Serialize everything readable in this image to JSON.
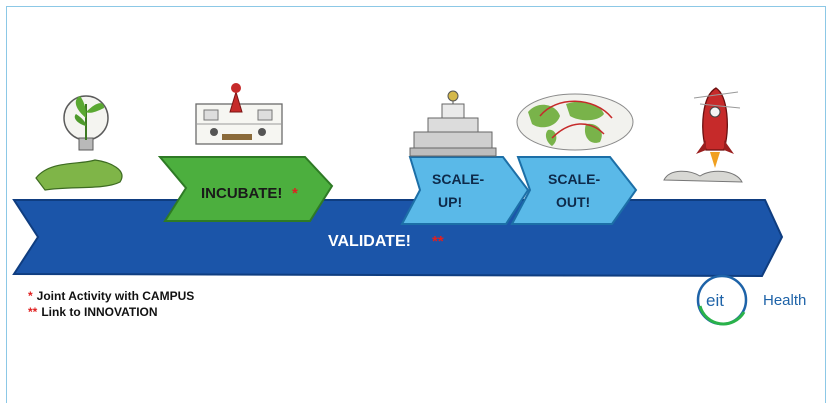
{
  "stages": {
    "incubate": "INCUBATE!",
    "incubate_mark": "*",
    "scale_up": [
      "SCALE-",
      "UP!"
    ],
    "scale_out": [
      "SCALE-",
      "OUT!"
    ],
    "validate": "VALIDATE!",
    "validate_mark": "**"
  },
  "legend": {
    "item1_mark": "*",
    "item1_text": "Joint Activity with CAMPUS",
    "item2_mark": "**",
    "item2_text": "Link to INNOVATION"
  },
  "logo": {
    "mark": "eit",
    "name": "Health"
  },
  "colors": {
    "validate_blue": "#1b55a9",
    "incubate_green": "#4caf3e",
    "scale_light_blue": "#5ab9e8",
    "star_red": "#e02020",
    "frame_border": "#8cc8e6"
  },
  "icons": [
    "lightbulb-plant-icon",
    "incubation-workshop-icon",
    "podium-icon",
    "world-map-icon",
    "rocket-launch-icon"
  ]
}
